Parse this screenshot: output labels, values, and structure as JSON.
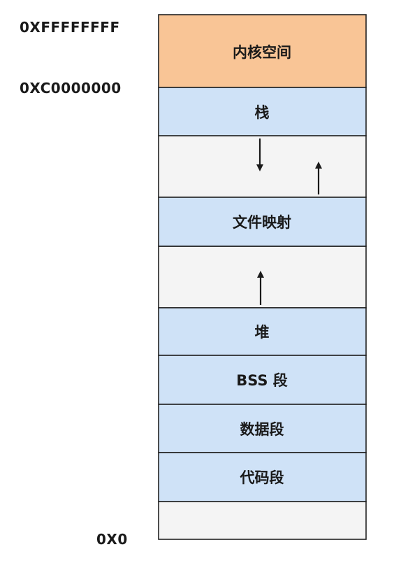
{
  "addresses": {
    "top": "0XFFFFFFFF",
    "kernel_boundary": "0XC0000000",
    "bottom": "0X0"
  },
  "segments": {
    "kernel": "内核空间",
    "stack": "栈",
    "mmap": "文件映射",
    "heap": "堆",
    "bss": "BSS 段",
    "data": "数据段",
    "code": "代码段"
  },
  "colors": {
    "kernel_fill": "#f9c596",
    "segment_fill": "#cfe2f7",
    "gap_fill": "#f4f4f4",
    "outline": "#222222"
  }
}
